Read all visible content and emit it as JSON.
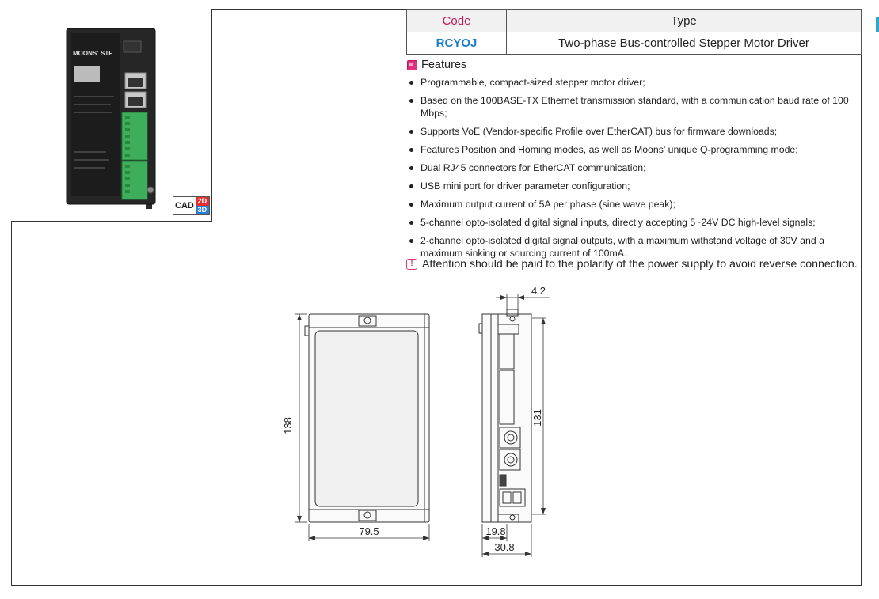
{
  "table": {
    "code_header": "Code",
    "type_header": "Type",
    "code_value": "RCYOJ",
    "type_value": "Two-phase Bus-controlled Stepper Motor Driver"
  },
  "product_image": {
    "brand": "MOONS'",
    "model": "STF"
  },
  "cad_badge": {
    "cad": "CAD",
    "d2": "2D",
    "d3": "3D"
  },
  "features": {
    "title": "Features",
    "items": [
      "Programmable, compact-sized stepper motor driver;",
      "Based on the 100BASE-TX Ethernet transmission standard, with a communication baud rate of 100 Mbps;",
      "Supports VoE (Vendor-specific Profile over EtherCAT) bus for firmware downloads;",
      "Features Position and Homing modes, as well as Moons' unique Q-programming mode;",
      "Dual RJ45 connectors for EtherCAT communication;",
      "USB mini port for driver parameter configuration;",
      "Maximum output current of 5A per phase (sine wave peak);",
      "5-channel opto-isolated digital signal inputs, directly accepting 5~24V DC high-level signals;",
      "2-channel opto-isolated digital signal outputs, with a maximum withstand voltage of 30V and a maximum sinking or sourcing current of 100mA."
    ]
  },
  "attention": {
    "icon": "!",
    "text": "Attention should be paid to the polarity of the power supply to avoid reverse connection."
  },
  "dimensions": {
    "height_front": "138",
    "width_front": "79.5",
    "height_side": "131",
    "top_offset": "4.2",
    "side_inner": "19.8",
    "side_total": "30.8"
  }
}
